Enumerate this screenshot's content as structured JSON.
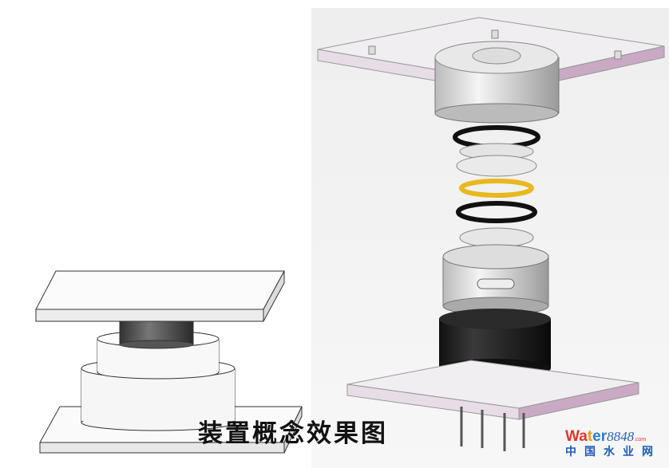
{
  "caption": "装置概念效果图",
  "watermark": {
    "logo_w": "Wa",
    "logo_t": "t",
    "logo_er": "er",
    "logo_num": "8848",
    "logo_com": ".com",
    "chinese": "中国水业网"
  },
  "colors": {
    "accent_ring": "#e8b81e",
    "dark_cylinder": "#1a1a1a",
    "plate_edge": "#c9a9c4"
  }
}
